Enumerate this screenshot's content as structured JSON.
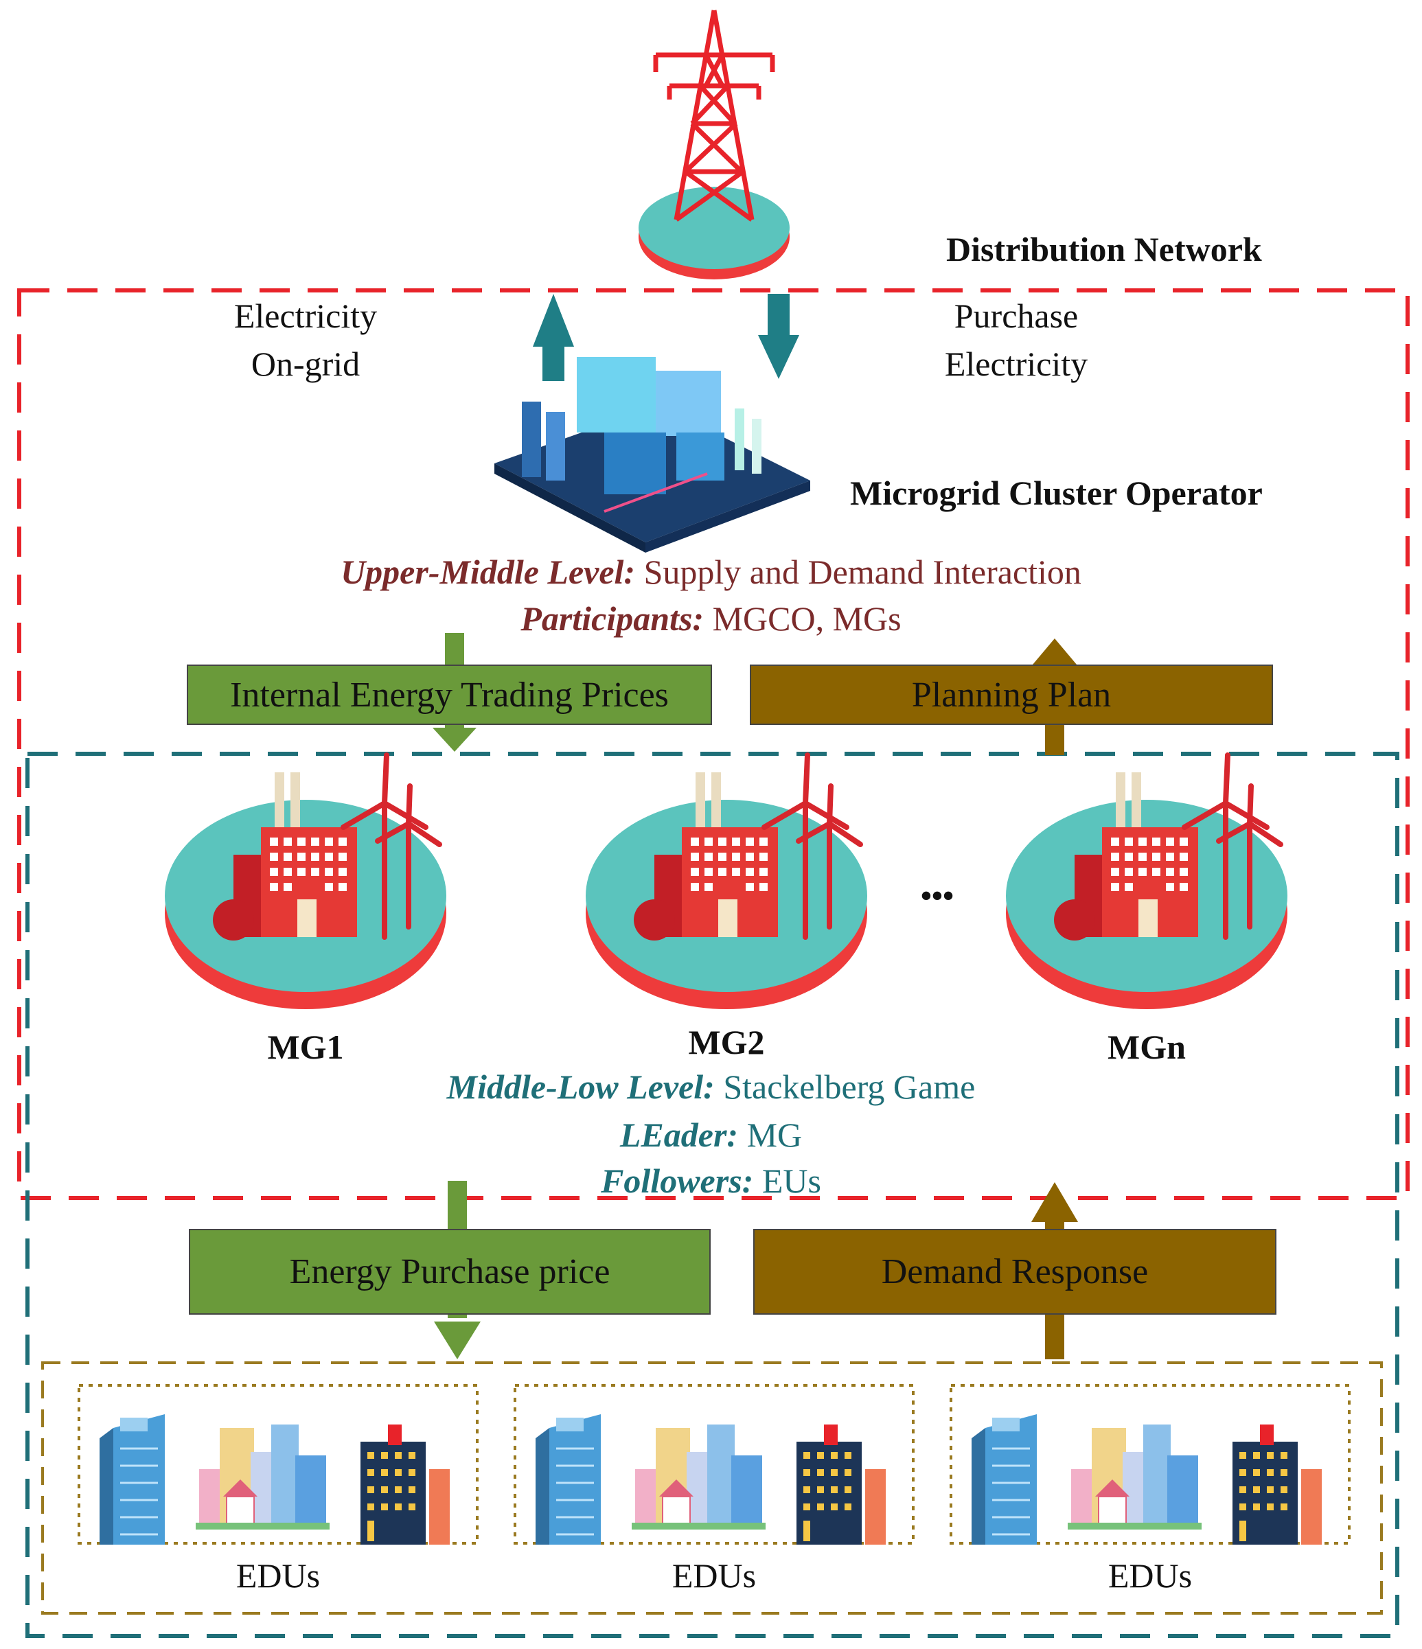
{
  "labels": {
    "distribution_network": "Distribution Network",
    "electricity_on_grid": [
      "Electricity",
      "On-grid"
    ],
    "purchase_electricity": [
      "Purchase",
      "Electricity"
    ],
    "microgrid_cluster_operator": "Microgrid Cluster Operator"
  },
  "upper_level": {
    "level_key": "Upper-Middle Level:",
    "level_value": "Supply and Demand Interaction",
    "participants_key": "Participants:",
    "participants_value": "MGCO, MGs"
  },
  "upper_boxes": {
    "left": "Internal Energy Trading Prices",
    "right": "Planning Plan"
  },
  "microgrids": [
    "MG1",
    "MG2",
    "MGn"
  ],
  "ellipsis": "•••",
  "middle_level": {
    "level_key": "Middle-Low Level:",
    "level_value": "Stackelberg Game",
    "leader_key": "LEader:",
    "leader_value": "MG",
    "followers_key": "Followers:",
    "followers_value": "EUs"
  },
  "lower_boxes": {
    "left": "Energy Purchase price",
    "right": "Demand Response"
  },
  "edu_groups": [
    "EDUs",
    "EDUs",
    "EDUs"
  ],
  "colors": {
    "red_dash": "#e8232a",
    "teal_dash": "#1f6f78",
    "gold_dash": "#9a7a20",
    "green_box": "#6a9a3a",
    "brown_box": "#8b6300",
    "platform_teal": "#5bc4bd",
    "platform_red": "#ee3b3b"
  }
}
